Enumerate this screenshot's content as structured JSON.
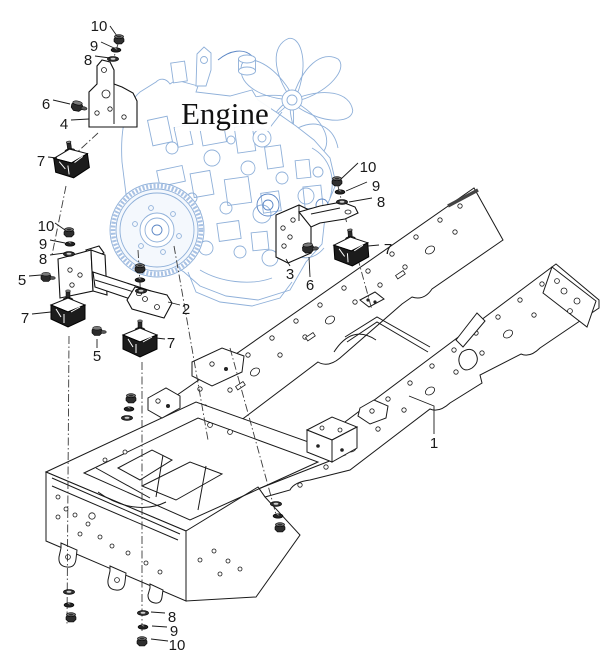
{
  "figure": {
    "title": "Engine",
    "background_color": "#ffffff",
    "line_color": "#1a1a1a",
    "engine_line_color": "#8fb0d9",
    "engine_accent_color": "#5b86c5"
  },
  "callouts": [
    {
      "id": "upper-left-nut",
      "label": "10"
    },
    {
      "id": "upper-left-spring-washer",
      "label": "9"
    },
    {
      "id": "upper-left-washer",
      "label": "8"
    },
    {
      "id": "left-bolt",
      "label": "6"
    },
    {
      "id": "left-engine-bracket",
      "label": "4"
    },
    {
      "id": "left-mount",
      "label": "7"
    },
    {
      "id": "mid-left-nut",
      "label": "10"
    },
    {
      "id": "mid-left-spring-washer",
      "label": "9"
    },
    {
      "id": "mid-left-washer",
      "label": "8"
    },
    {
      "id": "mid-left-bolt",
      "label": "5"
    },
    {
      "id": "front-left-mount",
      "label": "7"
    },
    {
      "id": "front-bracket",
      "label": "2"
    },
    {
      "id": "front-bolt",
      "label": "5"
    },
    {
      "id": "front-right-mount",
      "label": "7"
    },
    {
      "id": "right-nut",
      "label": "10"
    },
    {
      "id": "right-spring-washer",
      "label": "9"
    },
    {
      "id": "right-washer",
      "label": "8"
    },
    {
      "id": "right-engine-bracket",
      "label": "3"
    },
    {
      "id": "right-bolt",
      "label": "6"
    },
    {
      "id": "right-mount",
      "label": "7"
    },
    {
      "id": "frame",
      "label": "1"
    },
    {
      "id": "bottom-washer",
      "label": "8"
    },
    {
      "id": "bottom-spring-washer",
      "label": "9"
    },
    {
      "id": "bottom-nut",
      "label": "10"
    }
  ]
}
